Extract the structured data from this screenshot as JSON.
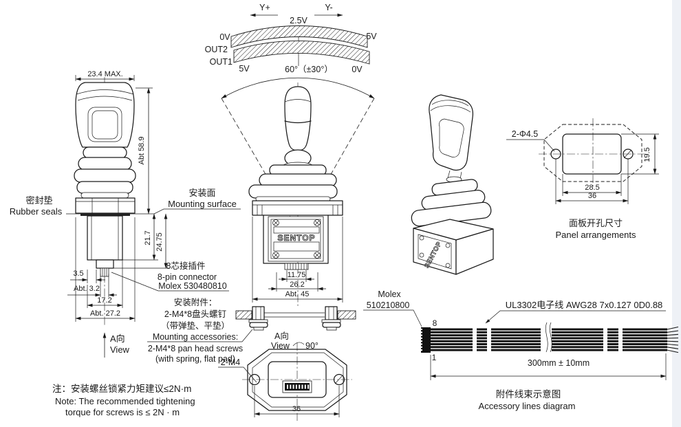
{
  "gauge": {
    "y_plus": "Y+",
    "y_minus": "Y-",
    "center_v": "2.5V",
    "left_top": "0V",
    "out2": "OUT2",
    "out1": "OUT1",
    "left_bottom": "5V",
    "right_top": "5V",
    "right_bottom": "0V",
    "angle": "60°（±30°）"
  },
  "side_view": {
    "dim_width": "23.4 MAX.",
    "dim_height": "Abt 58.9",
    "dim_depth1": "21.7",
    "dim_depth2": "24.75",
    "dim_tip": "3.5",
    "dim_pin": "Abt. 3.2",
    "dim_shaft": "17.2",
    "dim_base": "Abt. 27.2",
    "seal_cn": "密封垫",
    "seal_en": "Rubber seals",
    "view_cn": "A向",
    "view_en": "View"
  },
  "front_view": {
    "surface_cn": "安装面",
    "surface_en": "Mounting surface",
    "brand": "SENTOP",
    "dim_conn": "11.75",
    "dim_plate": "26.2",
    "dim_body": "Abt. 45"
  },
  "connector_note": {
    "cn": "8芯接插件",
    "en": "8-pin connector",
    "part": "Molex 530480810"
  },
  "accessories": {
    "cn_title": "安装附件：",
    "cn_line1": "2-M4*8盘头螺钉",
    "cn_line2": "（带弹垫、平垫）",
    "en_title": "Mounting accessories:",
    "en_line1": "2-M4*8 pan head screws",
    "en_line2": "(with spring, flat pad)"
  },
  "bottom_view": {
    "view_cn": "A向",
    "view_en": "View",
    "rotate": "90°",
    "screws": "2-M4",
    "dim_span": "36"
  },
  "panel": {
    "holes": "2-Φ4.5",
    "dim_h": "19.5",
    "dim_w1": "28.5",
    "dim_w2": "36",
    "caption_cn": "面板开孔尺寸",
    "caption_en": "Panel arrangements"
  },
  "cable": {
    "brand": "Molex",
    "part": "510210800",
    "pin_top": "8",
    "pin_bottom": "1",
    "spec": "UL3302电子线 AWG28 7x0.127 0D0.88",
    "length": "300mm ± 10mm",
    "caption_cn": "附件线束示意图",
    "caption_en": "Accessory lines diagram"
  },
  "note": {
    "line1": "注：安装螺丝锁紧力矩建议≤2N·m",
    "line2": "Note: The recommended tightening",
    "line3": "torque for screws is ≤ 2N · m"
  }
}
